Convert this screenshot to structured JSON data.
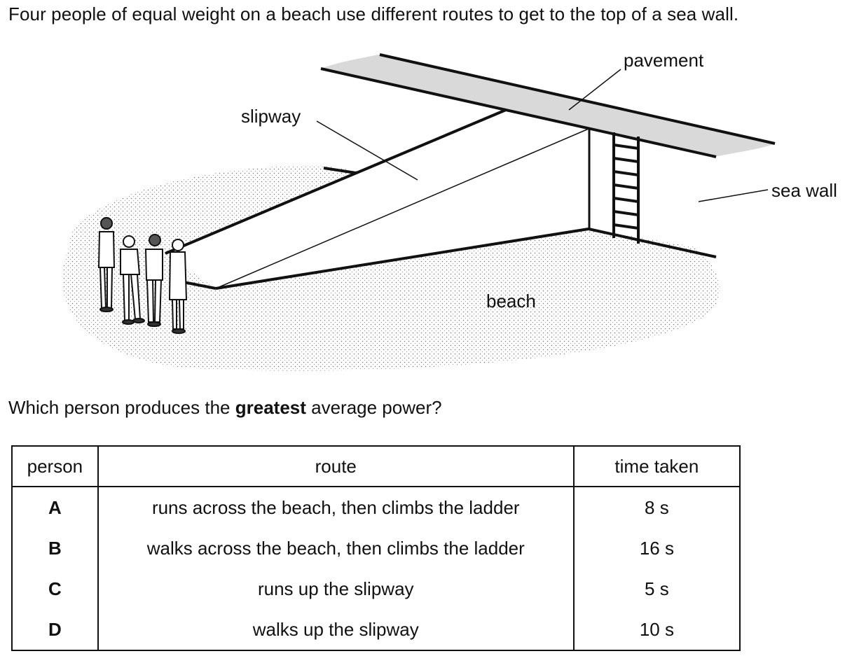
{
  "intro": "Four people of equal weight on a beach use different routes to get to the top of a sea wall.",
  "figure": {
    "labels": {
      "pavement": "pavement",
      "slipway": "slipway",
      "sea_wall": "sea wall",
      "beach": "beach"
    }
  },
  "question": {
    "before": "Which person produces the ",
    "bold": "greatest",
    "after": " average power?"
  },
  "table": {
    "headers": [
      "person",
      "route",
      "time taken"
    ],
    "rows": [
      {
        "person": "A",
        "route": "runs across the beach, then climbs the ladder",
        "time": "8 s"
      },
      {
        "person": "B",
        "route": "walks across the beach, then climbs the ladder",
        "time": "16 s"
      },
      {
        "person": "C",
        "route": "runs up the slipway",
        "time": "5 s"
      },
      {
        "person": "D",
        "route": "walks up the slipway",
        "time": "10 s"
      }
    ]
  }
}
